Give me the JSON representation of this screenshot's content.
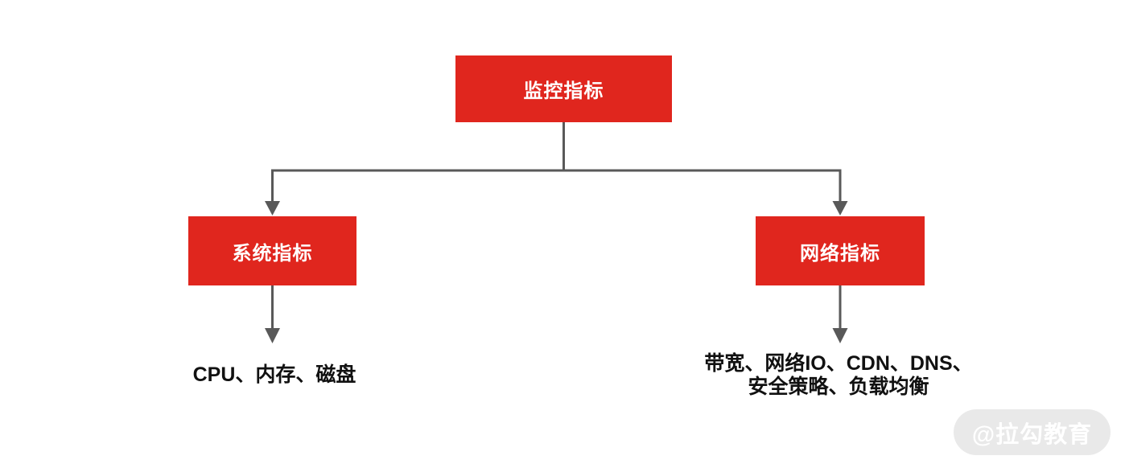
{
  "diagram": {
    "root": {
      "label": "监控指标"
    },
    "children": [
      {
        "label": "系统指标",
        "leaf_lines": [
          "CPU、内存、磁盘"
        ]
      },
      {
        "label": "网络指标",
        "leaf_lines": [
          "带宽、网络IO、CDN、DNS、",
          "安全策略、负载均衡"
        ]
      }
    ],
    "colors": {
      "node_background": "#e0261e",
      "node_text": "#ffffff",
      "connector": "#595959",
      "leaf_text": "#111111"
    }
  },
  "watermark": {
    "label": "@拉勾教育",
    "background": "#e9e9e9",
    "text_color": "#ffffff"
  }
}
